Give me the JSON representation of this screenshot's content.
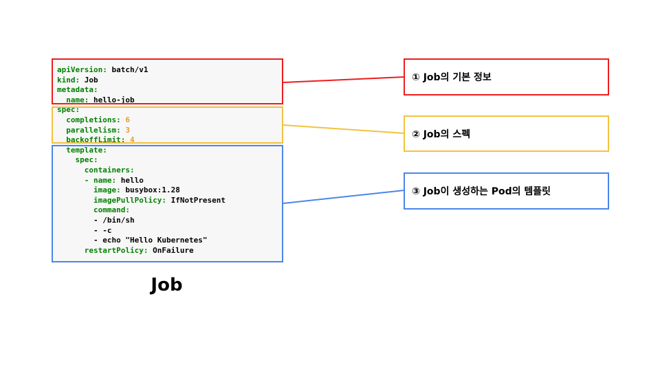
{
  "code_lines": [
    [
      {
        "t": "apiVersion: ",
        "c": "k"
      },
      {
        "t": "batch/v1",
        "c": "v"
      }
    ],
    [
      {
        "t": "kind: ",
        "c": "k"
      },
      {
        "t": "Job",
        "c": "v"
      }
    ],
    [
      {
        "t": "metadata:",
        "c": "k"
      }
    ],
    [
      {
        "t": "  name: ",
        "c": "k"
      },
      {
        "t": "hello-job",
        "c": "v"
      }
    ],
    [
      {
        "t": "spec:",
        "c": "k"
      }
    ],
    [
      {
        "t": "  completions: ",
        "c": "k"
      },
      {
        "t": "6",
        "c": "n"
      }
    ],
    [
      {
        "t": "  parallelism: ",
        "c": "k"
      },
      {
        "t": "3",
        "c": "n"
      }
    ],
    [
      {
        "t": "  backoffLimit: ",
        "c": "k"
      },
      {
        "t": "4",
        "c": "n"
      }
    ],
    [
      {
        "t": "  template:",
        "c": "k"
      }
    ],
    [
      {
        "t": "    spec:",
        "c": "k"
      }
    ],
    [
      {
        "t": "      containers:",
        "c": "k"
      }
    ],
    [
      {
        "t": "      - name: ",
        "c": "k"
      },
      {
        "t": "hello",
        "c": "v"
      }
    ],
    [
      {
        "t": "        image: ",
        "c": "k"
      },
      {
        "t": "busybox:1.28",
        "c": "v"
      }
    ],
    [
      {
        "t": "        imagePullPolicy: ",
        "c": "k"
      },
      {
        "t": "IfNotPresent",
        "c": "v"
      }
    ],
    [
      {
        "t": "        command:",
        "c": "k"
      }
    ],
    [
      {
        "t": "        - /bin/sh",
        "c": "v"
      }
    ],
    [
      {
        "t": "        - -c",
        "c": "v"
      }
    ],
    [
      {
        "t": "        - echo \"Hello Kubernetes\"",
        "c": "v"
      }
    ],
    [
      {
        "t": "      restartPolicy: ",
        "c": "k"
      },
      {
        "t": "OnFailure",
        "c": "v"
      }
    ]
  ],
  "labels": {
    "basic_info": "① Job의 기본 정보",
    "spec": "② Job의 스펙",
    "pod_template": "③ Job이 생성하는 Pod의 템플릿"
  },
  "caption": "Job",
  "colors": {
    "basic_info": "#ee1c1c",
    "spec": "#f2c23e",
    "pod_template": "#4a86e8",
    "yaml_key": "#008000",
    "yaml_number": "#e0a030",
    "code_background": "#f7f7f7"
  }
}
